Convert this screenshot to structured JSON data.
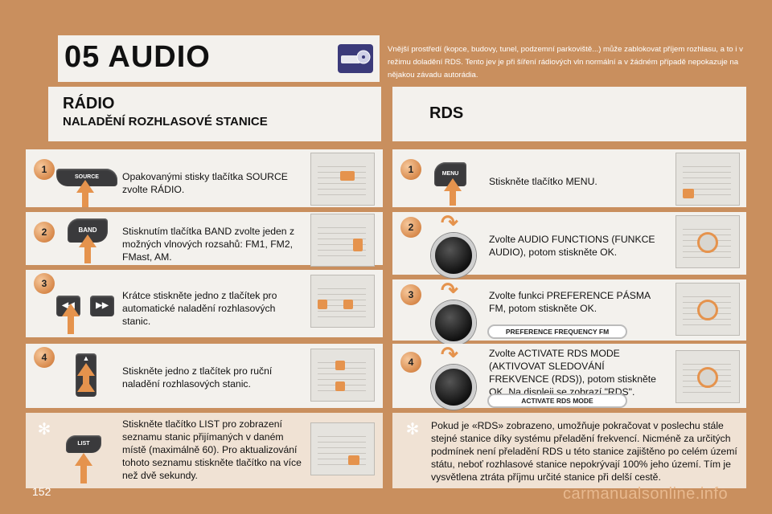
{
  "header": {
    "chapter": "05 AUDIO",
    "intro": "Vnější prostředí (kopce, budovy, tunel, podzemní parkoviště...) může zablokovat příjem rozhlasu, a to i v režimu doladění RDS. Tento jev je při šíření rádiových vln normální a v žádném případě nepokazuje na nějakou závadu autorádia."
  },
  "radio": {
    "title": "RÁDIO",
    "subtitle": "NALADĚNÍ ROZHLASOVÉ STANICE",
    "steps": [
      {
        "num": "1",
        "button": "SOURCE",
        "text": "Opakovanými stisky tlačítka SOURCE zvolte RÁDIO."
      },
      {
        "num": "2",
        "button": "BAND",
        "text": "Stisknutím tlačítka BAND zvolte jeden z možných vlnových rozsahů: FM1, FM2, FMast, AM."
      },
      {
        "num": "3",
        "button": "",
        "text": "Krátce stiskněte jedno z tlačítek pro automatické naladění rozhlasových stanic."
      },
      {
        "num": "4",
        "button": "",
        "text": "Stiskněte jedno z tlačítek pro ruční naladění rozhlasových stanic."
      }
    ],
    "tip": {
      "button": "LIST",
      "text": "Stiskněte tlačítko LIST pro zobrazení seznamu stanic přijímaných v daném místě (maximálně 60). Pro aktualizování tohoto seznamu stiskněte tlačítko na více než dvě sekundy."
    }
  },
  "rds": {
    "title": "RDS",
    "steps": [
      {
        "num": "1",
        "button": "MENU",
        "text": "Stiskněte tlačítko MENU."
      },
      {
        "num": "2",
        "text": "Zvolte AUDIO FUNCTIONS (FUNKCE AUDIO), potom stiskněte OK."
      },
      {
        "num": "3",
        "text": "Zvolte funkci PREFERENCE PÁSMA FM, potom stiskněte OK.",
        "label": "PREFERENCE FREQUENCY FM"
      },
      {
        "num": "4",
        "text": "Zvolte ACTIVATE RDS MODE (AKTIVOVAT SLEDOVÁNÍ FREKVENCE (RDS)), potom stiskněte OK. Na displeji se zobrazí \"RDS\".",
        "label": "ACTIVATE RDS MODE"
      }
    ],
    "tip": {
      "text": "Pokud je «RDS» zobrazeno, umožňuje pokračovat v poslechu stále stejné stanice díky systému přeladění frekvencí. Nicméně za určitých podmínek není přeladění RDS u této stanice zajištěno po celém území státu, neboť rozhlasové stanice nepokrývají 100% jeho území. Tím je vysvětlena ztráta příjmu určité stanice při delší cestě."
    }
  },
  "footer": {
    "page": "152",
    "watermark": "carmanualsonline.info"
  },
  "colors": {
    "background": "#c98f5e",
    "accent": "#e5934d",
    "panel": "#f3f1ed"
  }
}
